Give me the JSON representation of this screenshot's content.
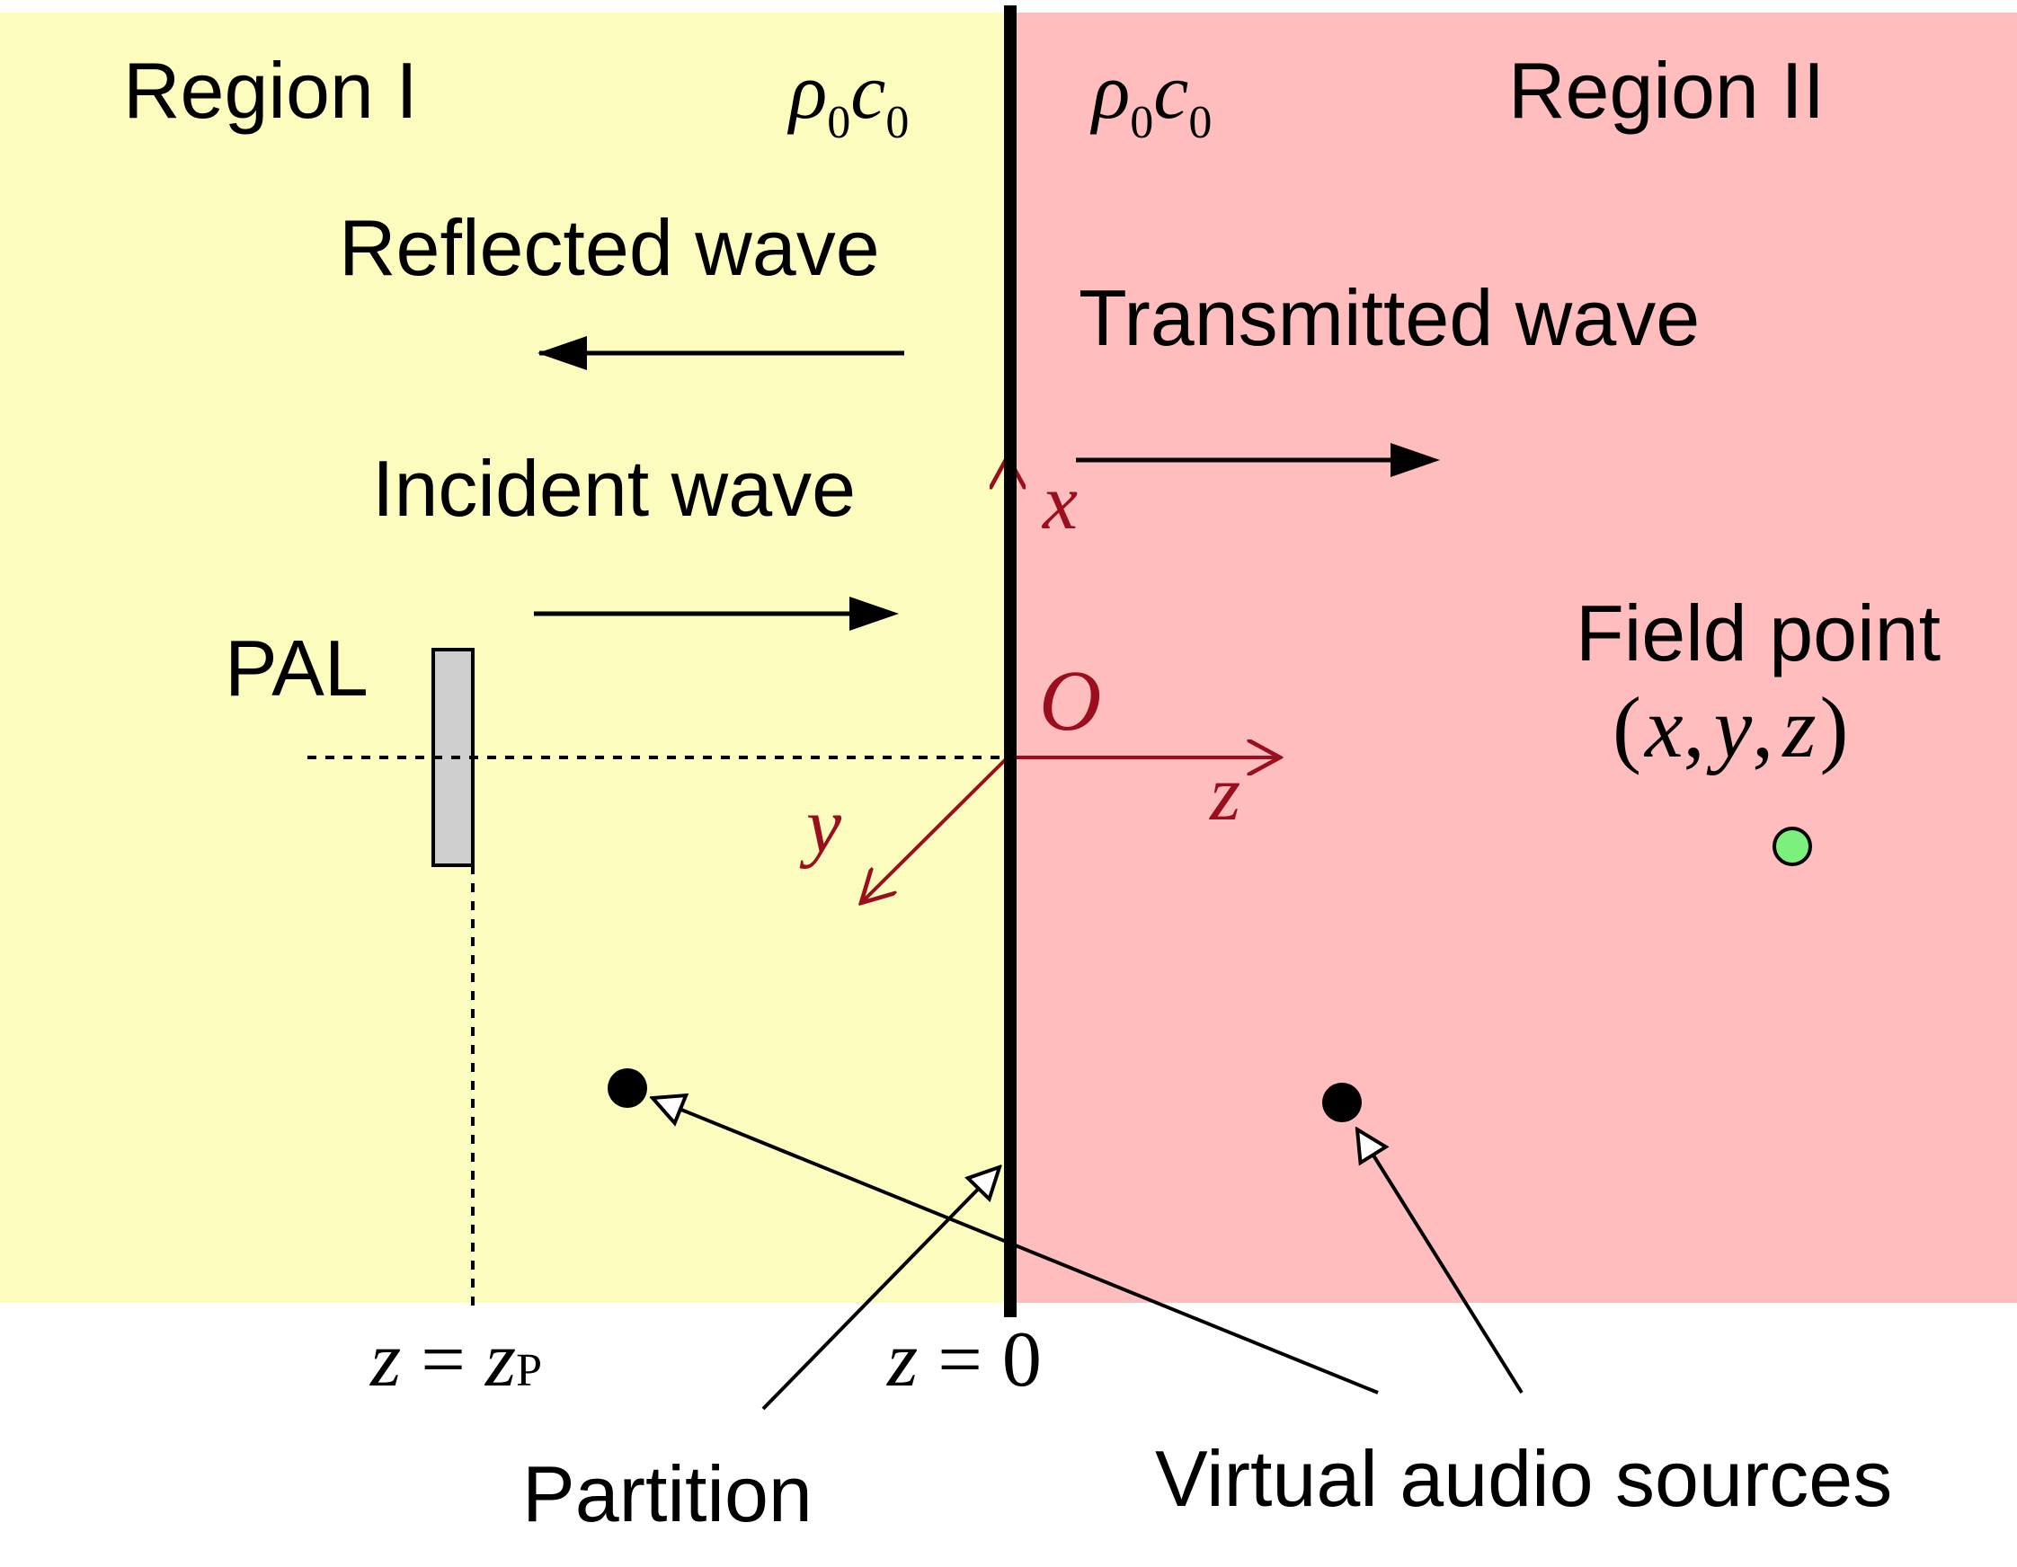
{
  "colors": {
    "region_1_fill": "#FCFCBE",
    "region_2_fill": "#FFBDBD",
    "axis_color": "#9B0E1E",
    "line_color": "#000000",
    "pal_fill": "#CFCFCF",
    "field_point_fill": "#7CF07C"
  },
  "regions": {
    "region_1": {
      "label": "Region I",
      "medium": "ρ0c0",
      "medium_symbol": "ρ",
      "medium_sub1": "0",
      "medium_letter": "c",
      "medium_sub2": "0"
    },
    "region_2": {
      "label": "Region II",
      "medium": "ρ0c0",
      "medium_symbol": "ρ",
      "medium_sub1": "0",
      "medium_letter": "c",
      "medium_sub2": "0"
    }
  },
  "waves": {
    "reflected": {
      "label": "Reflected wave",
      "direction": "left"
    },
    "incident": {
      "label": "Incident wave",
      "direction": "right"
    },
    "transmitted": {
      "label": "Transmitted wave",
      "direction": "right"
    }
  },
  "pal": {
    "label": "PAL"
  },
  "axes": {
    "origin": "O",
    "x": "x",
    "y": "y",
    "z": "z"
  },
  "field_point": {
    "label": "Field point",
    "coords": "(x, y, z)",
    "coords_parts": [
      "(",
      "x",
      ",",
      "y",
      ",",
      "z",
      ")"
    ]
  },
  "bottom_labels": {
    "z_p": {
      "lhs": "z",
      "eq": "=",
      "rhs": "z",
      "sub": "P",
      "text": "z = zP"
    },
    "z_0": {
      "lhs": "z",
      "eq": "=",
      "rhs": "0",
      "text": "z = 0"
    },
    "partition": "Partition",
    "virtual_sources": "Virtual audio sources"
  }
}
